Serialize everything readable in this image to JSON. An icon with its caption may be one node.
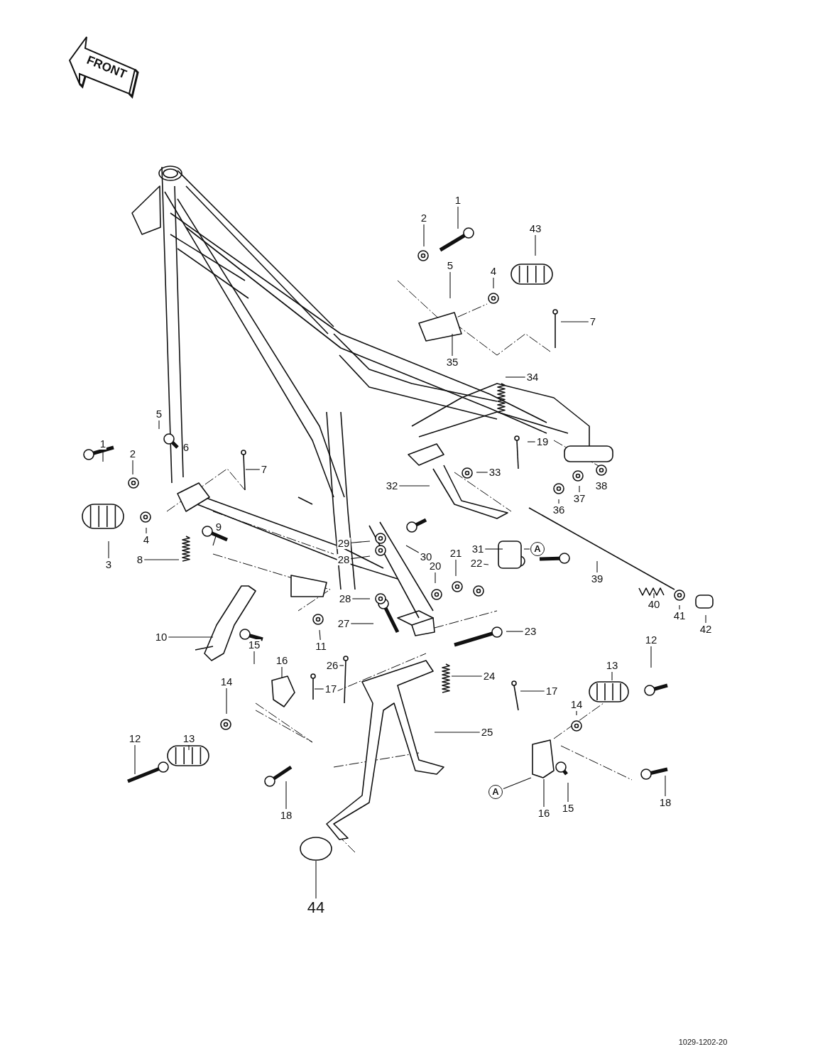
{
  "diagram": {
    "nodes": [
      {
        "text": [
          "1"
        ]
      },
      {
        "text": [
          "2"
        ]
      },
      {
        "text": [
          "43"
        ]
      },
      {
        "text": [
          "4"
        ]
      },
      {
        "text": [
          "5"
        ]
      },
      {
        "text": [
          "7"
        ]
      },
      {
        "text": [
          "35"
        ]
      },
      {
        "text": [
          "34"
        ]
      },
      {
        "text": [
          "5"
        ]
      },
      {
        "text": [
          "1"
        ]
      },
      {
        "text": [
          "2"
        ]
      },
      {
        "text": [
          "7"
        ]
      },
      {
        "text": [
          "33"
        ]
      },
      {
        "text": [
          "19"
        ]
      },
      {
        "text": [
          "37"
        ]
      },
      {
        "text": [
          "36"
        ]
      },
      {
        "text": [
          "32"
        ]
      },
      {
        "text": [
          "4"
        ]
      },
      {
        "text": [
          "3"
        ]
      },
      {
        "text": [
          "9"
        ]
      },
      {
        "text": [
          "8"
        ]
      },
      {
        "text": [
          "29"
        ]
      },
      {
        "text": [
          "28"
        ]
      },
      {
        "text": [
          "30"
        ]
      },
      {
        "text": [
          "31"
        ]
      },
      {
        "text": [
          "A"
        ]
      },
      {
        "text": [
          "22"
        ]
      },
      {
        "text": [
          "39"
        ]
      },
      {
        "text": [
          "20"
        ]
      },
      {
        "text": [
          "21"
        ]
      },
      {
        "text": [
          "28"
        ]
      },
      {
        "text": [
          "40"
        ]
      },
      {
        "text": [
          "41"
        ]
      },
      {
        "text": [
          "42"
        ]
      },
      {
        "text": [
          "10"
        ]
      },
      {
        "text": [
          "27"
        ]
      },
      {
        "text": [
          "11"
        ]
      },
      {
        "text": [
          "23"
        ]
      },
      {
        "text": [
          "15"
        ]
      },
      {
        "text": [
          "16"
        ]
      },
      {
        "text": [
          "26"
        ]
      },
      {
        "text": [
          "17"
        ]
      },
      {
        "text": [
          "24"
        ]
      },
      {
        "text": [
          "12"
        ]
      },
      {
        "text": [
          "13"
        ]
      },
      {
        "text": [
          "14"
        ]
      },
      {
        "text": [
          "14"
        ]
      },
      {
        "text": [
          "17"
        ]
      },
      {
        "text": [
          "25"
        ]
      },
      {
        "text": [
          "13"
        ]
      },
      {
        "text": [
          "12"
        ]
      },
      {
        "text": [
          "18"
        ]
      },
      {
        "text": [
          "A"
        ]
      },
      {
        "text": [
          "16"
        ]
      },
      {
        "text": [
          "15"
        ]
      },
      {
        "text": [
          "18"
        ]
      },
      {
        "text": [
          "44"
        ]
      }
    ],
    "edges": [
      {
        "from": 0,
        "to": null,
        "arrow": "none"
      },
      {
        "from": 1,
        "to": null,
        "arrow": "none"
      },
      {
        "from": 2,
        "to": null,
        "arrow": "none"
      },
      {
        "from": 3,
        "to": null,
        "arrow": "none"
      },
      {
        "from": 4,
        "to": null,
        "arrow": "none"
      },
      {
        "from": 5,
        "to": null,
        "arrow": "none"
      },
      {
        "from": 6,
        "to": null,
        "arrow": "none"
      },
      {
        "from": 7,
        "to": null,
        "arrow": "none"
      },
      {
        "from": 8,
        "to": null,
        "arrow": "none"
      },
      {
        "from": 9,
        "to": null,
        "arrow": "none"
      },
      {
        "from": 10,
        "to": null,
        "arrow": "none"
      },
      {
        "from": 11,
        "to": null,
        "arrow": "none"
      },
      {
        "from": 12,
        "to": null,
        "arrow": "none"
      },
      {
        "from": 13,
        "to": null,
        "arrow": "none"
      },
      {
        "from": 14,
        "to": null,
        "arrow": "none"
      },
      {
        "from": 15,
        "to": null,
        "arrow": "none"
      },
      {
        "from": 16,
        "to": null,
        "arrow": "none"
      },
      {
        "from": 17,
        "to": null,
        "arrow": "none"
      },
      {
        "from": 18,
        "to": null,
        "arrow": "none"
      },
      {
        "from": 19,
        "to": null,
        "arrow": "none"
      },
      {
        "from": 20,
        "to": null,
        "arrow": "none"
      },
      {
        "from": 21,
        "to": null,
        "arrow": "none"
      },
      {
        "from": 22,
        "to": null,
        "arrow": "none"
      },
      {
        "from": 23,
        "to": null,
        "arrow": "none"
      },
      {
        "from": 24,
        "to": null,
        "arrow": "none"
      },
      {
        "from": 25,
        "to": null,
        "arrow": "none"
      },
      {
        "from": 26,
        "to": null,
        "arrow": "none"
      },
      {
        "from": 27,
        "to": null,
        "arrow": "none"
      },
      {
        "from": 28,
        "to": null,
        "arrow": "none"
      },
      {
        "from": 29,
        "to": null,
        "arrow": "none"
      },
      {
        "from": 30,
        "to": null,
        "arrow": "none"
      },
      {
        "from": 31,
        "to": null,
        "arrow": "none"
      },
      {
        "from": 32,
        "to": null,
        "arrow": "none"
      },
      {
        "from": 33,
        "to": null,
        "arrow": "none"
      },
      {
        "from": 34,
        "to": null,
        "arrow": "none"
      },
      {
        "from": 35,
        "to": null,
        "arrow": "none"
      },
      {
        "from": 36,
        "to": null,
        "arrow": "none"
      },
      {
        "from": 37,
        "to": null,
        "arrow": "none"
      },
      {
        "from": 38,
        "to": null,
        "arrow": "none"
      },
      {
        "from": 39,
        "to": null,
        "arrow": "none"
      },
      {
        "from": 40,
        "to": null,
        "arrow": "none"
      },
      {
        "from": 41,
        "to": null,
        "arrow": "none"
      },
      {
        "from": 42,
        "to": null,
        "arrow": "none"
      },
      {
        "from": 43,
        "to": null,
        "arrow": "none"
      },
      {
        "from": 44,
        "to": null,
        "arrow": "none"
      },
      {
        "from": 45,
        "to": null,
        "arrow": "none"
      },
      {
        "from": 46,
        "to": null,
        "arrow": "none"
      },
      {
        "from": 47,
        "to": null,
        "arrow": "none"
      },
      {
        "from": 48,
        "to": null,
        "arrow": "none"
      },
      {
        "from": 49,
        "to": null,
        "arrow": "none"
      },
      {
        "from": 50,
        "to": null,
        "arrow": "none"
      },
      {
        "from": 51,
        "to": null,
        "arrow": "none"
      },
      {
        "from": 52,
        "to": null,
        "arrow": "none"
      },
      {
        "from": 53,
        "to": null,
        "arrow": "none"
      },
      {
        "from": 54,
        "to": null,
        "arrow": "none"
      },
      {
        "from": 55,
        "to": null,
        "arrow": "none"
      },
      {
        "from": 56,
        "to": null,
        "arrow": "none"
      }
    ],
    "labels": [
      "FRONT",
      "6",
      "38",
      "1029-1202-20"
    ]
  }
}
